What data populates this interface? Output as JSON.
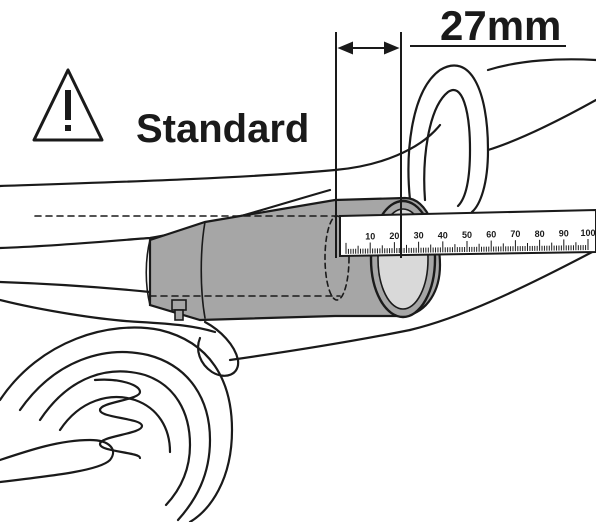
{
  "warning": {
    "icon": "warning-triangle-icon",
    "label": "Standard"
  },
  "measurement": {
    "value_label": "27mm",
    "value_mm": 27
  },
  "ruler": {
    "tick_labels": [
      "10",
      "20",
      "30",
      "40",
      "50",
      "60",
      "70",
      "80",
      "90",
      "100"
    ]
  },
  "colors": {
    "muffler_fill": "#a6a6a6",
    "ink": "#1a1a1a",
    "background": "#ffffff"
  }
}
